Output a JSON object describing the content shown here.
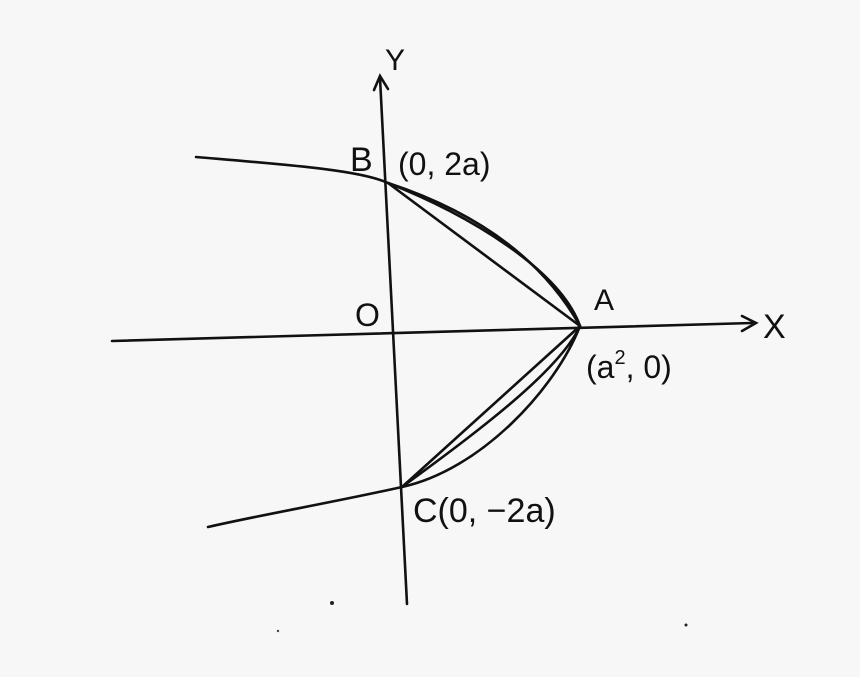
{
  "diagram": {
    "axes": {
      "x_label": "X",
      "y_label": "Y",
      "origin_label": "O"
    },
    "points": {
      "A": {
        "name": "A",
        "coord": "(a², 0)",
        "coord_base": "(a",
        "coord_sup": "2",
        "coord_tail": ", 0)"
      },
      "B": {
        "name": "B",
        "coord": "(0, 2a)"
      },
      "C": {
        "name": "C",
        "coord": "(0, −2a)",
        "label": "C(0, −2a)"
      }
    },
    "curves": [
      "parabola through B, A, C (vertex at A, opening left)",
      "arc bulging right from B to C through A",
      "chords AB and AC"
    ],
    "colors": {
      "ink": "#111111",
      "background": "#f7f7f7"
    }
  }
}
